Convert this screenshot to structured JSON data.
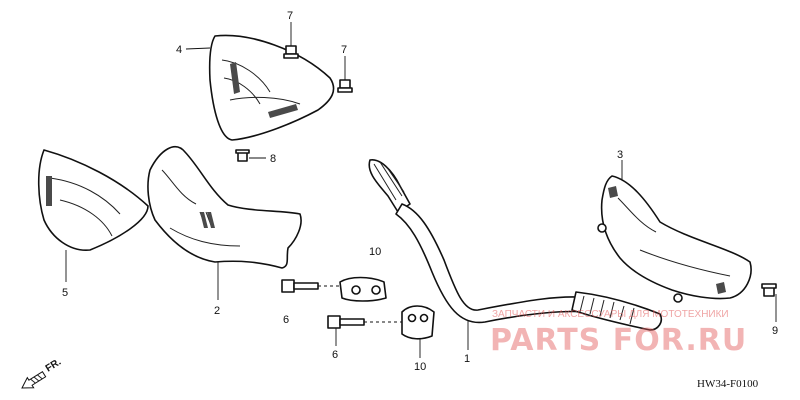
{
  "callouts": {
    "c1": "1",
    "c2": "2",
    "c3": "3",
    "c4": "4",
    "c5": "5",
    "c6a": "6",
    "c6b": "6",
    "c7a": "7",
    "c7b": "7",
    "c8": "8",
    "c9": "9",
    "c10a": "10",
    "c10b": "10"
  },
  "direction_label": "FR.",
  "diagram_code": "HW34-F0100",
  "watermark": {
    "line1": "ЗАПЧАСТИ И АКСЕССУАРЫ ДЛЯ МОТОТЕХНИКИ",
    "line2": "PARTS FOR.RU"
  },
  "colors": {
    "line": "#111111",
    "watermark": "#e35b5b"
  }
}
